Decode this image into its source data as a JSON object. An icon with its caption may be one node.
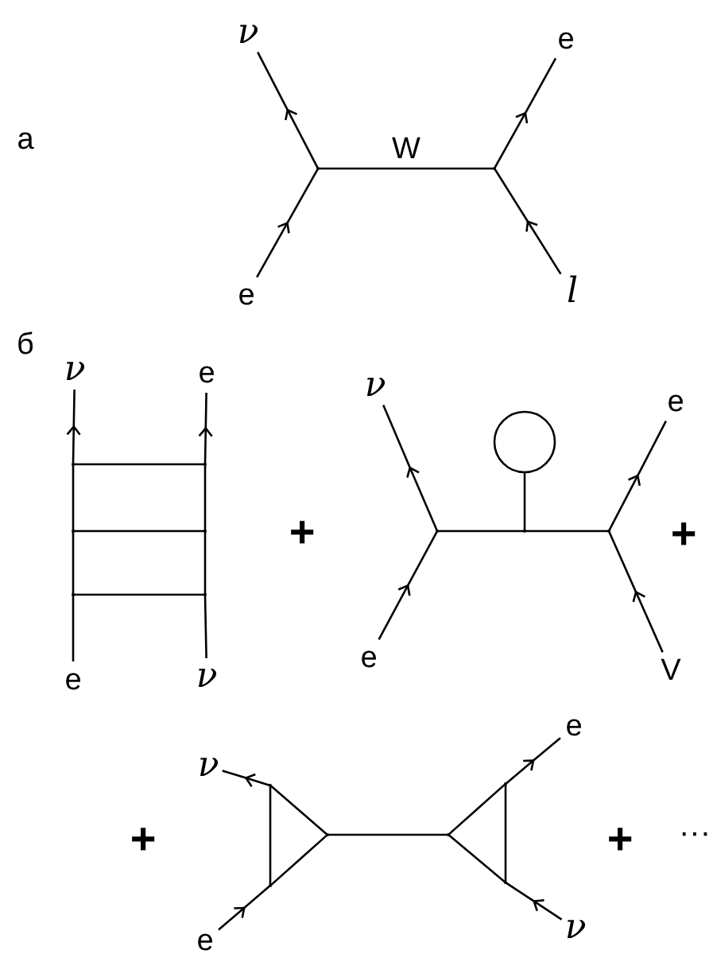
{
  "diagram": {
    "nodes": [
      {
        "text": [
          "ν"
        ]
      },
      {
        "text": [
          "e"
        ]
      },
      {
        "text": [],
        "shape": "point"
      },
      {
        "text": [],
        "shape": "point"
      },
      {
        "text": [
          "e"
        ]
      },
      {
        "text": [
          "l"
        ]
      },
      {
        "text": [
          "ν"
        ]
      },
      {
        "text": [
          "e"
        ]
      },
      {
        "text": [],
        "shape": "point"
      },
      {
        "text": [],
        "shape": "point"
      },
      {
        "text": [],
        "shape": "point"
      },
      {
        "text": [],
        "shape": "point"
      },
      {
        "text": [],
        "shape": "point"
      },
      {
        "text": [],
        "shape": "point"
      },
      {
        "text": [
          "e"
        ]
      },
      {
        "text": [
          "ν"
        ]
      },
      {
        "text": [
          "ν"
        ]
      },
      {
        "text": [
          "e"
        ]
      },
      {
        "text": [],
        "shape": "circle"
      },
      {
        "text": [],
        "shape": "point"
      },
      {
        "text": [],
        "shape": "point"
      },
      {
        "text": [],
        "shape": "point"
      },
      {
        "text": [
          "e"
        ]
      },
      {
        "text": [
          "V"
        ]
      },
      {
        "text": [
          "ν"
        ]
      },
      {
        "text": [
          "e"
        ]
      },
      {
        "text": [],
        "shape": "point"
      },
      {
        "text": [],
        "shape": "point"
      },
      {
        "text": [],
        "shape": "point"
      },
      {
        "text": [],
        "shape": "point"
      },
      {
        "text": [],
        "shape": "point"
      },
      {
        "text": [],
        "shape": "point"
      },
      {
        "text": [
          "e"
        ]
      },
      {
        "text": [
          "ν"
        ]
      }
    ],
    "edges": [
      {
        "from": 4,
        "to": 2,
        "arrow": "to"
      },
      {
        "from": 2,
        "to": 0,
        "arrow": "to"
      },
      {
        "from": 2,
        "to": 3,
        "arrow": "none",
        "label": "W"
      },
      {
        "from": 3,
        "to": 1,
        "arrow": "to"
      },
      {
        "from": 5,
        "to": 3,
        "arrow": "to"
      },
      {
        "from": 14,
        "to": 12,
        "arrow": "none"
      },
      {
        "from": 12,
        "to": 10,
        "arrow": "none"
      },
      {
        "from": 10,
        "to": 8,
        "arrow": "none"
      },
      {
        "from": 8,
        "to": 6,
        "arrow": "to"
      },
      {
        "from": 15,
        "to": 13,
        "arrow": "none"
      },
      {
        "from": 13,
        "to": 11,
        "arrow": "none"
      },
      {
        "from": 11,
        "to": 9,
        "arrow": "none"
      },
      {
        "from": 9,
        "to": 7,
        "arrow": "to"
      },
      {
        "from": 8,
        "to": 9,
        "arrow": "none"
      },
      {
        "from": 10,
        "to": 11,
        "arrow": "none"
      },
      {
        "from": 12,
        "to": 13,
        "arrow": "none"
      },
      {
        "from": 22,
        "to": 19,
        "arrow": "to"
      },
      {
        "from": 19,
        "to": 16,
        "arrow": "to"
      },
      {
        "from": 19,
        "to": 20,
        "arrow": "none"
      },
      {
        "from": 20,
        "to": 18,
        "arrow": "none"
      },
      {
        "from": 20,
        "to": 21,
        "arrow": "none"
      },
      {
        "from": 21,
        "to": 17,
        "arrow": "to"
      },
      {
        "from": 23,
        "to": 21,
        "arrow": "to"
      },
      {
        "from": 32,
        "to": 30,
        "arrow": "to"
      },
      {
        "from": 30,
        "to": 26,
        "arrow": "none"
      },
      {
        "from": 26,
        "to": 24,
        "arrow": "to"
      },
      {
        "from": 26,
        "to": 28,
        "arrow": "none"
      },
      {
        "from": 30,
        "to": 28,
        "arrow": "none"
      },
      {
        "from": 28,
        "to": 29,
        "arrow": "none"
      },
      {
        "from": 29,
        "to": 27,
        "arrow": "none"
      },
      {
        "from": 29,
        "to": 31,
        "arrow": "none"
      },
      {
        "from": 27,
        "to": 31,
        "arrow": "none"
      },
      {
        "from": 27,
        "to": 25,
        "arrow": "to"
      },
      {
        "from": 33,
        "to": 31,
        "arrow": "to"
      }
    ],
    "labels": [
      "а",
      "б",
      "+",
      "+",
      "+",
      "+",
      "···"
    ]
  }
}
